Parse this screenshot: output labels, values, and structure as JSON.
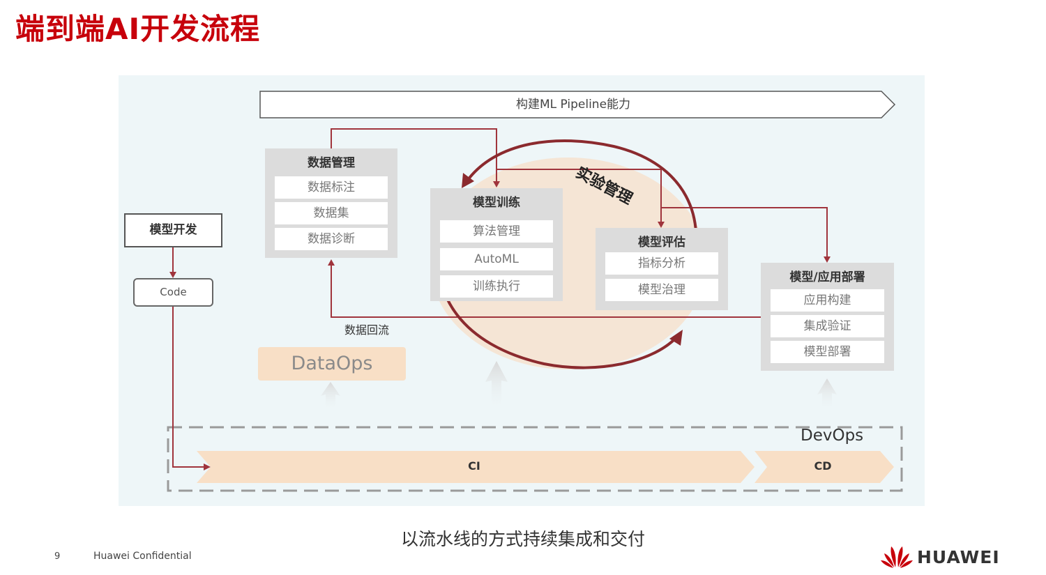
{
  "title": "端到端AI开发流程",
  "pipeline": {
    "label": "构建ML Pipeline能力"
  },
  "experiment": {
    "label": "实验管理"
  },
  "model_dev": {
    "title": "模型开发",
    "code_label": "Code"
  },
  "data_mgmt": {
    "title": "数据管理",
    "items": [
      "数据标注",
      "数据集",
      "数据诊断"
    ]
  },
  "model_train": {
    "title": "模型训练",
    "items": [
      "算法管理",
      "AutoML",
      "训练执行"
    ]
  },
  "model_eval": {
    "title": "模型评估",
    "items": [
      "指标分析",
      "模型治理"
    ]
  },
  "deploy": {
    "title": "模型/应用部署",
    "items": [
      "应用构建",
      "集成验证",
      "模型部署"
    ]
  },
  "data_backflow": "数据回流",
  "dataops": "DataOps",
  "devops": "DevOps",
  "ci": "CI",
  "cd": "CD",
  "caption": "以流水线的方式持续集成和交付",
  "footer": {
    "page": "9",
    "confidential": "Huawei Confidential",
    "brand": "HUAWEI"
  },
  "colors": {
    "title": "#c7000b",
    "flow_line": "#a0343c",
    "cycle": "#8b2a2e",
    "ci_band": "#f8dfc6",
    "brand_logo": "#c7000b"
  }
}
